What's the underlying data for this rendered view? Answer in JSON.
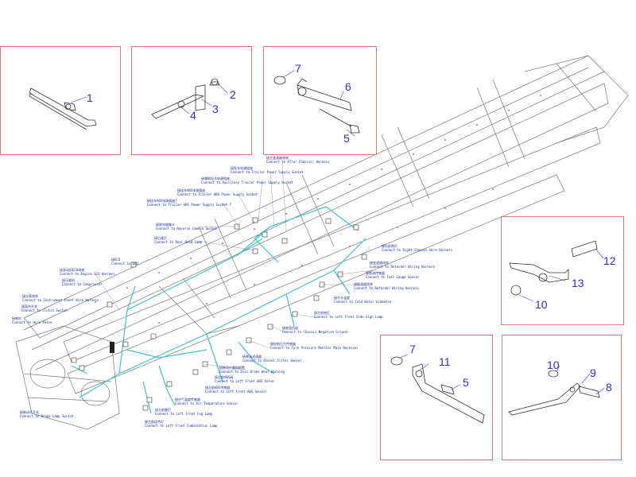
{
  "callouts": {
    "c1": "1",
    "c2": "2",
    "c3": "3",
    "c4": "4",
    "c5a": "5",
    "c6": "6",
    "c7a": "7",
    "c10a": "10",
    "c12": "12",
    "c13": "13",
    "c7b": "7",
    "c11": "11",
    "c5b": "5",
    "c10b": "10",
    "c9": "9",
    "c8": "8"
  },
  "labels": [
    {
      "zh": "接主变速器线束",
      "en": "Connect to AT(or Chassis) Harness"
    },
    {
      "zh": "接挂车电源插座",
      "en": "Connect to Trailer Power Supply Socket"
    },
    {
      "zh": "接辅助挂车电源插座",
      "en": "Connect to Auxiliary Trailer Power Supply Socket"
    },
    {
      "zh": "接挂车ABS电源插座",
      "en": "Connect to Trailer ABS Power Supply Socket"
    },
    {
      "zh": "接挂车ABS电源插座7",
      "en": "Connect to Trailer ABS Power Supply Socket 7"
    },
    {
      "zh": "接倒车摄像头",
      "en": "Connect to Reverse Camera Socket"
    },
    {
      "zh": "接后尾灯",
      "en": "Connect to Rear Head Lamp"
    },
    {
      "zh": "接ECU",
      "en": "Connect to ECU"
    },
    {
      "zh": "接发动机ECU线束",
      "en": "Connect to Engine ECU Harness"
    },
    {
      "zh": "接压缩机",
      "en": "Connect to Compressor"
    },
    {
      "zh": "接仪表线束",
      "en": "Connect to Instrument Panel Wire Harness"
    },
    {
      "zh": "接离合开关",
      "en": "Connect to Clutch Switch"
    },
    {
      "zh": "接喇叭",
      "en": "Connect to Horn Valve"
    },
    {
      "zh": "接制动灯开关",
      "en": "Connect to Brake Lamp Switch"
    },
    {
      "zh": "接右前侧灯",
      "en": "Connect to Right Chassis Wire Harness"
    },
    {
      "zh": "接变速器线束",
      "en": "Connect to Retarder Wiring Harness"
    },
    {
      "zh": "接燃油传感器",
      "en": "Connect to Fuel Gauge Sensor"
    },
    {
      "zh": "接缓速器线束",
      "en": "Connect to Retarder Wiring Harness"
    },
    {
      "zh": "接冷水温度",
      "en": "Connect to Cold Water Gramatre"
    },
    {
      "zh": "接左前侧灯",
      "en": "Connect to Left Front Side Sign Lamp"
    },
    {
      "zh": "接底盘负极",
      "en": "Connect to Chassis Negative Ground"
    },
    {
      "zh": "接轮胎压力传感器",
      "en": "Connect to Tyre Pressure Monitor Main Receiver"
    },
    {
      "zh": "接柴油滤清器",
      "en": "Connect to Diesel Filter Sensor"
    },
    {
      "zh": "接制动片磨损报警",
      "en": "Connect to Disc Brake Wear Warning"
    },
    {
      "zh": "接左前ABS阀",
      "en": "Connect to Left Front ABS Valve"
    },
    {
      "zh": "接左前ABS传感器",
      "en": "Connect to Left Front ABS Sensor"
    },
    {
      "zh": "接空气温度传感器",
      "en": "Connect to Air Temperature Sensor"
    },
    {
      "zh": "接左前雾灯",
      "en": "Connect to Left Front Fog Lamp"
    },
    {
      "zh": "接左前组合灯",
      "en": "Connect to Left Front Combination Lamp"
    }
  ]
}
